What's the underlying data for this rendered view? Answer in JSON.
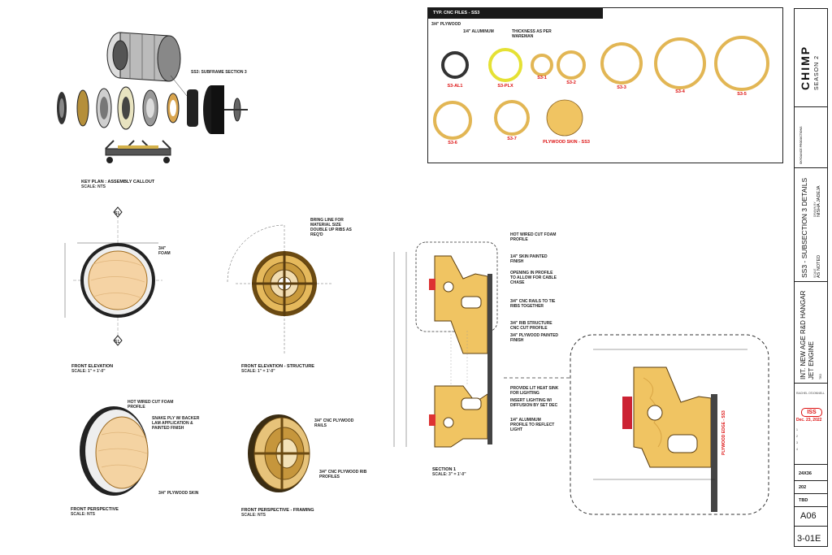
{
  "cnc": {
    "title": "TYP. CNC FILES - SS3",
    "subtitle": "3/4\" PLYWOOD",
    "note_aluminum": "1/4\" ALUMINUM",
    "note_thickness": "THICKNESS AS PER WAREMAN",
    "rings": [
      "S3-AL1",
      "S3-PLX",
      "S3-1",
      "S3-2",
      "S3-3",
      "S3-4",
      "S3-5",
      "S3-6",
      "S3-7",
      "PLYWOOD SKIN - SS3"
    ]
  },
  "views": {
    "key_plan_title": "KEY PLAN : ASSEMBLY CALLOUT",
    "key_plan_scale": "SCALE: NTS",
    "key_plan_callout": "SS3: SUBFRAME SECTION 3",
    "front_elev_title": "FRONT ELEVATION",
    "front_elev_scale": "SCALE: 1\" = 1'-0\"",
    "front_elev_struct_title": "FRONT ELEVATION - STRUCTURE",
    "front_elev_struct_scale": "SCALE: 1\" = 1'-0\"",
    "front_persp_title": "FRONT PERSPECTIVE",
    "front_persp_scale": "SCALE: NTS",
    "front_persp_framing_title": "FRONT PERSPECTIVE - FRAMING",
    "front_persp_framing_scale": "SCALE: NTS",
    "section_title": "SECTION 1",
    "section_scale": "SCALE: 3\" = 1'-0\"",
    "section_marker": "S1"
  },
  "notes": {
    "foam_profile": "HOT WIRED CUT FOAM PROFILE",
    "skin_painted": "1/4\" SKIN PAINTED FINISH",
    "opening": "OPENING IN PROFILE TO ALLOW FOR CABLE CHASE",
    "cnc_rails": "3/4\" CNC RAILS TO TIE RIBS TOGETHER",
    "rib_structure": "3/4\" RIB STRUCTURE CNC CUT PROFILE",
    "plywood_painted": "3/4\" PLYWOOD PAINTED FINISH",
    "led_heat": "PROVIDE LIT HEAT SINK FOR LIGHTING",
    "insert_lighting": "INSERT LIGHTING W/ DIFFUSION BY SET DEC",
    "aluminum_profile": "1/4\" ALUMINUM PROFILE TO REFLECT LIGHT",
    "ring_line": "BRING LINE FOR MATERIAL SIZE DOUBLE UP RIBS AS REQ'D",
    "foam_width": "3/4\" FOAM",
    "snake_ply": "SNAKE PLY W/ BACKER LAM APPLICATION & PAINTED FINISH",
    "plywood_skin": "3/4\" PLYWOOD SKIN",
    "cnc_rails2": "3/4\" CNC PLYWOOD RAILS",
    "cnc_ribs": "3/4\" CNC PLYWOOD RIB PROFILES",
    "plywood_dim": "PLYWOOD EDGE - SS3"
  },
  "title_block": {
    "brand": "CHIMP",
    "season": "SEASON 2",
    "company": "SKYDANCE PRODUCTIONS",
    "drawing_title": "SS3 - SUBSECTION 3 DETAILS",
    "drawn_by_label": "DRAWN BY",
    "drawn_by": "NISHA JADEJA",
    "scale_label": "SCALE",
    "scale": "AS NOTED",
    "set_name": "INT. NEW AGE R&D HANGAR",
    "set_sub": "JET ENGINE",
    "set_tbd": "TBD",
    "designer": "RACHEL O'DONNELL",
    "iss": "ISS",
    "iss_date": "Dec. 23, 2022",
    "rev_numbers": [
      "1",
      "2",
      "3",
      "4"
    ],
    "paper": "24X36",
    "set_no": "202",
    "tbd2": "TBD",
    "sheet_id": "A06",
    "sheet_no": "3-01E"
  },
  "colors": {
    "wood": "#f4c96a",
    "wood_edge": "#a4761c",
    "paint_red": "#d11",
    "ply_fill": "#f7d9a8",
    "steel": "#666666"
  }
}
